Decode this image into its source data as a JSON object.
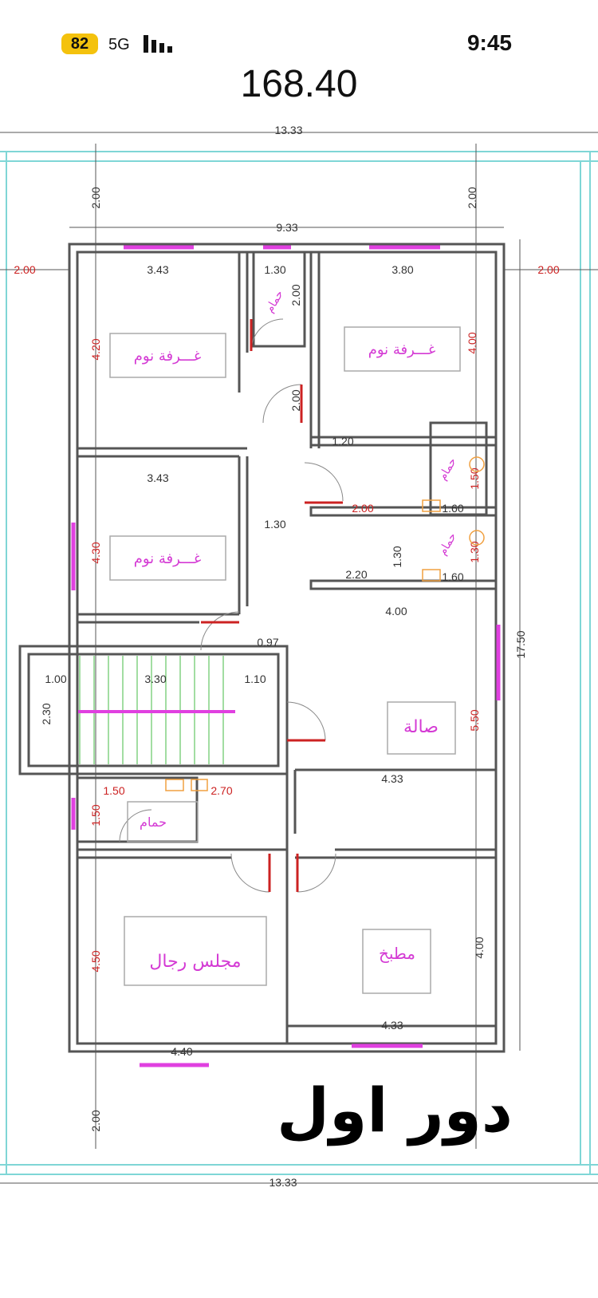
{
  "status_bar": {
    "battery": "82",
    "network": "5G",
    "time": "9:45"
  },
  "area": "168.40",
  "plan": {
    "floor_label": "دور اول",
    "rooms": {
      "bedroom_1": "غـــرفة نوم",
      "bedroom_2": "غـــرفة نوم",
      "bedroom_3": "غـــرفة نوم",
      "bath_1": "حمام",
      "bath_2": "حمام",
      "bath_3": "حمام",
      "bath_4": "حمام",
      "hall": "صالة",
      "majlis": "مجلس رجال",
      "kitchen": "مطبخ"
    },
    "dimensions": {
      "overall_top": "13.33",
      "overall_bottom": "13.33",
      "inner_width": "9.33",
      "setback_left": "2.00",
      "setback_right": "2.00",
      "setback_top_left": "2.00",
      "setback_top_right": "2.00",
      "setback_bottom": "2.00",
      "overall_height": "17.50",
      "bed1_width": "3.43",
      "bed1_height": "4.20",
      "bath1_width": "1.30",
      "bath1_height": "2.00",
      "bed2_width": "3.80",
      "bed2_height": "4.00",
      "corridor_height": "2.00",
      "closet_width": "1.20",
      "bath2_height": "1.50",
      "bath2_width": "1.60",
      "corridor_width": "2.00",
      "bed3_width": "3.43",
      "bed3_height": "4.30",
      "corridor2_width": "1.30",
      "bath3_side": "1.30",
      "bath3_height": "1.30",
      "bath3_width": "1.60",
      "lobby_width": "2.20",
      "hall_width": "4.00",
      "door_gap": "0.97",
      "stair_landing": "1.00",
      "stair_run": "3.30",
      "stair_end": "1.10",
      "stair_height": "2.30",
      "hall_height": "5.50",
      "hall_width_2": "4.33",
      "bath4_width": "1.50",
      "bath4_height": "1.50",
      "passage_width": "2.70",
      "majlis_height": "4.50",
      "majlis_width": "4.40",
      "kitchen_height": "4.00",
      "kitchen_width": "4.33"
    }
  },
  "colors": {
    "wall": "#555555",
    "dimension_red": "#cc2222",
    "window_magenta": "#e040e0",
    "room_text": "#d43ad4",
    "setback_cyan": "#7fd6d6",
    "door_green": "#44bb44"
  }
}
